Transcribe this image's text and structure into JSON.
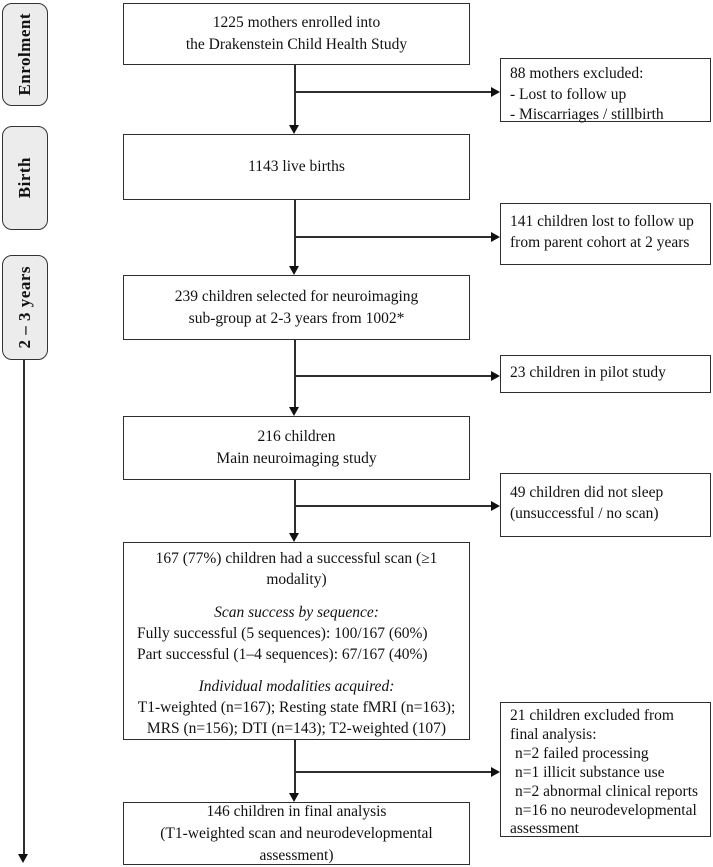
{
  "accent_colors": {
    "box_border": "#2e2e2e",
    "stage_fill": "#ececec",
    "line_color": "#2e2e2e",
    "text_color": "#111111"
  },
  "flow": {
    "stages": [
      "Enrolment",
      "Birth",
      "2 – 3 years"
    ],
    "main": [
      {
        "lines": [
          "1225 mothers enrolled into",
          "the Drakenstein Child Health Study"
        ]
      },
      {
        "lines": [
          "1143 live births"
        ]
      },
      {
        "lines": [
          "239 children selected for neuroimaging",
          "sub-group at 2-3 years from 1002*"
        ]
      },
      {
        "lines": [
          "216 children",
          "Main neuroimaging study"
        ]
      },
      {
        "lines": [
          "167 (77%) children had a successful scan (≥1 modality)",
          "Scan success by sequence:",
          "Fully successful (5 sequences): 100/167 (60%)",
          "Part successful (1–4 sequences): 67/167 (40%)",
          "Individual modalities acquired:",
          "T1-weighted (n=167); Resting state fMRI (n=163);",
          "MRS (n=156); DTI (n=143); T2-weighted (107)"
        ]
      },
      {
        "lines": [
          "146 children in final analysis",
          "(T1-weighted scan and neurodevelopmental assessment)"
        ]
      }
    ],
    "side": [
      {
        "lines": [
          "88 mothers excluded:",
          "- Lost to follow up",
          "- Miscarriages / stillbirth"
        ]
      },
      {
        "lines": [
          "141 children lost to follow up",
          "from parent cohort at 2 years"
        ]
      },
      {
        "lines": [
          "23 children in pilot study"
        ]
      },
      {
        "lines": [
          "49 children did not sleep",
          "(unsuccessful / no scan)"
        ]
      },
      {
        "lines": [
          "21 children excluded from final analysis:",
          "n=2 failed processing",
          "n=1 illicit substance use",
          "n=2 abnormal clinical reports",
          "n=16 no neurodevelopmental assessment"
        ]
      }
    ]
  }
}
